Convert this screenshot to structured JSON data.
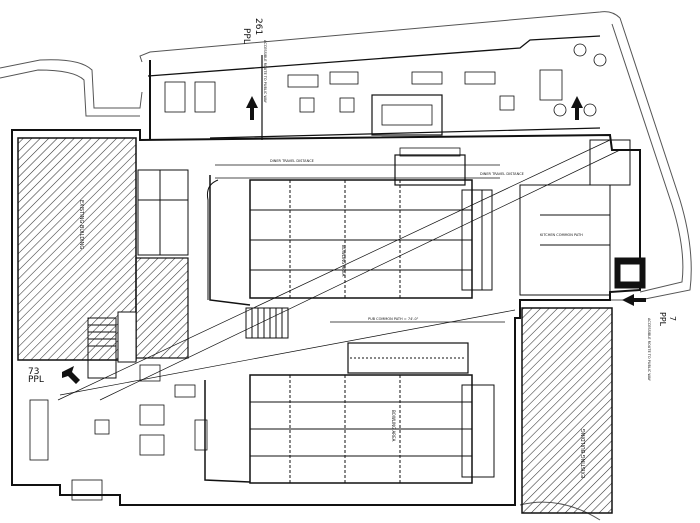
{
  "plan": {
    "labels": {
      "pl_top": "PPL",
      "pl_top_num": "261",
      "pl_top_note": "ACCESSIBLE ROUTE TO PUBLIC WAY",
      "pl_left": "PPL",
      "pl_left_num": "73",
      "pl_right": "PPL",
      "pl_right_num": "7",
      "pl_right_note": "ACCESSIBLE ROUTE TO PUBLIC WAY",
      "corridor_upper": "DINER TRAVEL DISTANCE",
      "corridor_upper2": "DINER TRAVEL DISTANCE",
      "pub_common": "PUB COMMON PATH = 74'-0\"",
      "kitchen_common": "KITCHEN COMMON PATH",
      "lanes_upper": "BOWLING AREA",
      "lanes_lower": "BOWLING AREA",
      "right_block": "EXISTING BUILDING",
      "left_block": "EXISTING BUILDING"
    }
  }
}
